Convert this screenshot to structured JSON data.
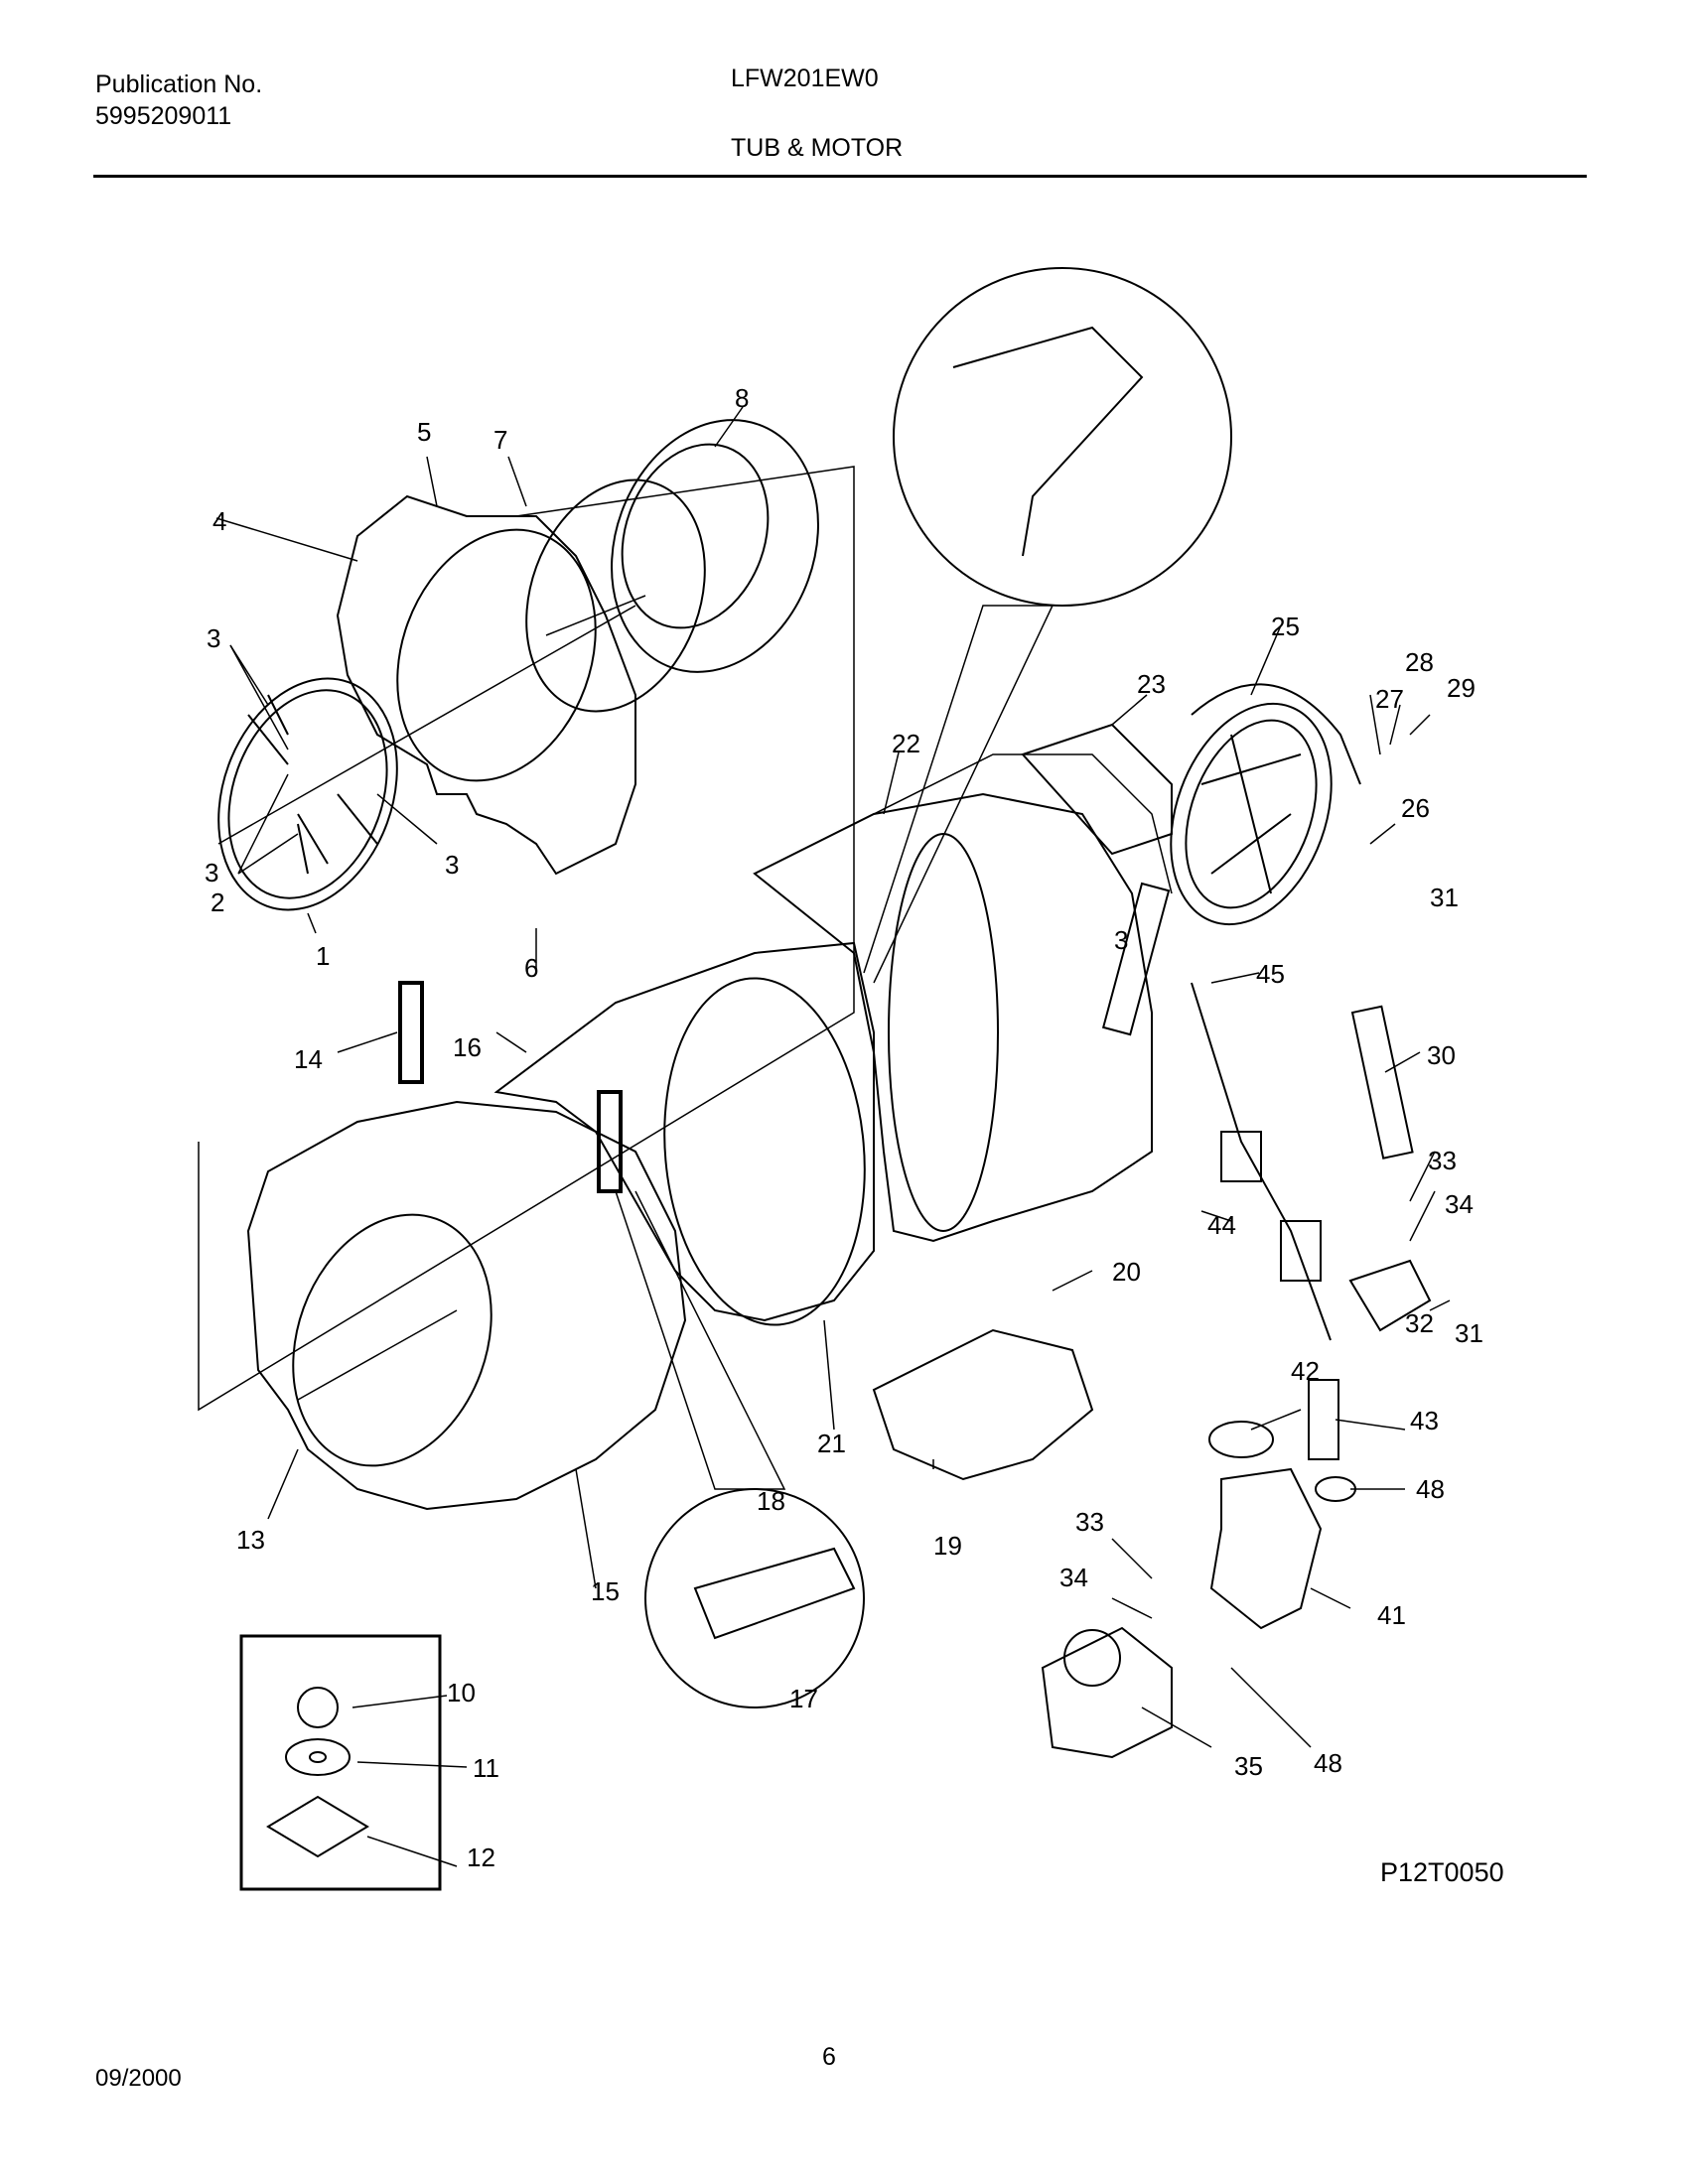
{
  "header": {
    "publication_label": "Publication No.",
    "publication_number": "5995209011",
    "model": "LFW201EW0",
    "section_title": "TUB & MOTOR"
  },
  "diagram": {
    "figure_code": "P12T0050",
    "callouts": [
      "1",
      "2",
      "3",
      "3",
      "3",
      "3",
      "4",
      "5",
      "6",
      "7",
      "8",
      "10",
      "11",
      "12",
      "13",
      "14",
      "15",
      "16",
      "17",
      "18",
      "19",
      "20",
      "21",
      "22",
      "23",
      "25",
      "26",
      "27",
      "28",
      "29",
      "30",
      "31",
      "31",
      "32",
      "33",
      "33",
      "34",
      "34",
      "35",
      "41",
      "42",
      "43",
      "44",
      "45",
      "48",
      "48"
    ]
  },
  "footer": {
    "date": "09/2000",
    "page_number": "6"
  }
}
